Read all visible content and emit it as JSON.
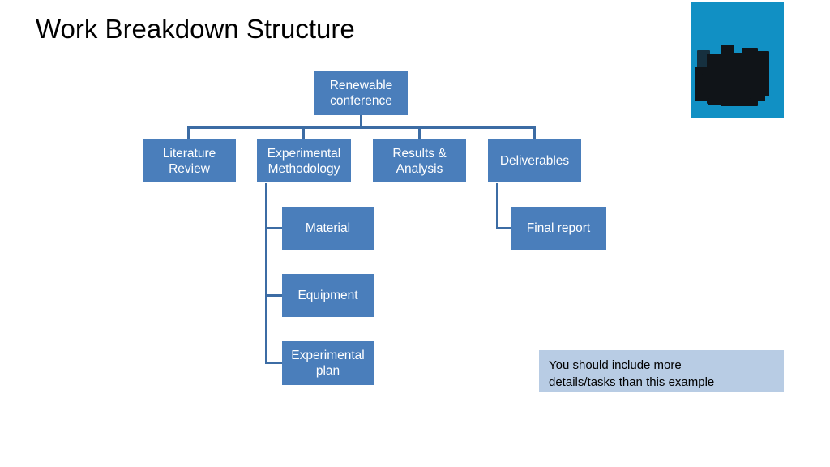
{
  "slide": {
    "title": "Work Breakdown Structure",
    "background_color": "#ffffff"
  },
  "theme": {
    "node_fill": "#4a7ebb",
    "node_text": "#ffffff",
    "connector_color": "#3c6ca4",
    "note_fill": "#b8cce4",
    "note_text": "#000000",
    "title_text": "#000000",
    "picture_background": "#1190c4",
    "picture_shape_color": "#101418"
  },
  "diagram": {
    "type": "work-breakdown-structure",
    "root": {
      "id": "root",
      "label": "Renewable conference",
      "line1": "Renewable",
      "line2": "conference"
    },
    "level2": [
      {
        "id": "literature-review",
        "label": "Literature Review",
        "line1": "Literature",
        "line2": "Review"
      },
      {
        "id": "experimental-methodology",
        "label": "Experimental Methodology",
        "line1": "Experimental",
        "line2": "Methodology"
      },
      {
        "id": "results-analysis",
        "label": "Results & Analysis",
        "line1": "Results &",
        "line2": "Analysis"
      },
      {
        "id": "deliverables",
        "label": "Deliverables",
        "line1": "Deliverables",
        "line2": ""
      }
    ],
    "methodology_children": [
      {
        "id": "material",
        "label": "Material",
        "line1": "Material",
        "line2": ""
      },
      {
        "id": "equipment",
        "label": "Equipment",
        "line1": "Equipment",
        "line2": ""
      },
      {
        "id": "experimental-plan",
        "label": "Experimental plan",
        "line1": "Experimental",
        "line2": "plan"
      }
    ],
    "deliverables_children": [
      {
        "id": "final-report",
        "label": "Final report",
        "line1": "Final report",
        "line2": ""
      }
    ]
  },
  "note": {
    "line1": "You should include more",
    "line2": "details/tasks than this example",
    "text": "You should include more details/tasks than this example"
  },
  "picture": {
    "alt": "blue image placeholder with dark silhouette blocks"
  }
}
